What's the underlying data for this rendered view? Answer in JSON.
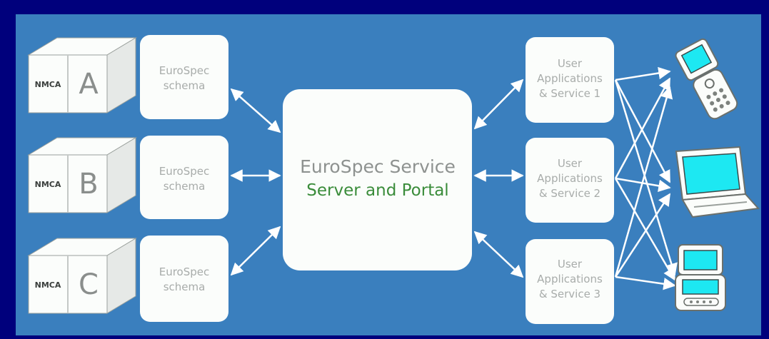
{
  "nmca_label": "NMCA",
  "providers": [
    {
      "letter": "A",
      "schema_line1": "EuroSpec",
      "schema_line2": "schema"
    },
    {
      "letter": "B",
      "schema_line1": "EuroSpec",
      "schema_line2": "schema"
    },
    {
      "letter": "C",
      "schema_line1": "EuroSpec",
      "schema_line2": "schema"
    }
  ],
  "service": {
    "title": "EuroSpec Service",
    "subtitle": "Server and Portal"
  },
  "applications": [
    {
      "line1": "User",
      "line2": "Applications",
      "line3": "& Service 1"
    },
    {
      "line1": "User",
      "line2": "Applications",
      "line3": "& Service 2"
    },
    {
      "line1": "User",
      "line2": "Applications",
      "line3": "& Service 3"
    }
  ],
  "devices": [
    {
      "icon": "mobile-phone-icon"
    },
    {
      "icon": "laptop-icon"
    },
    {
      "icon": "pda-icon"
    }
  ],
  "colors": {
    "page_border": "#00007c",
    "diagram_background": "#3a7fbe",
    "box_fill": "#fbfdfb",
    "device_screen": "#1de8f2",
    "service_subtitle": "#3a8c3a"
  }
}
